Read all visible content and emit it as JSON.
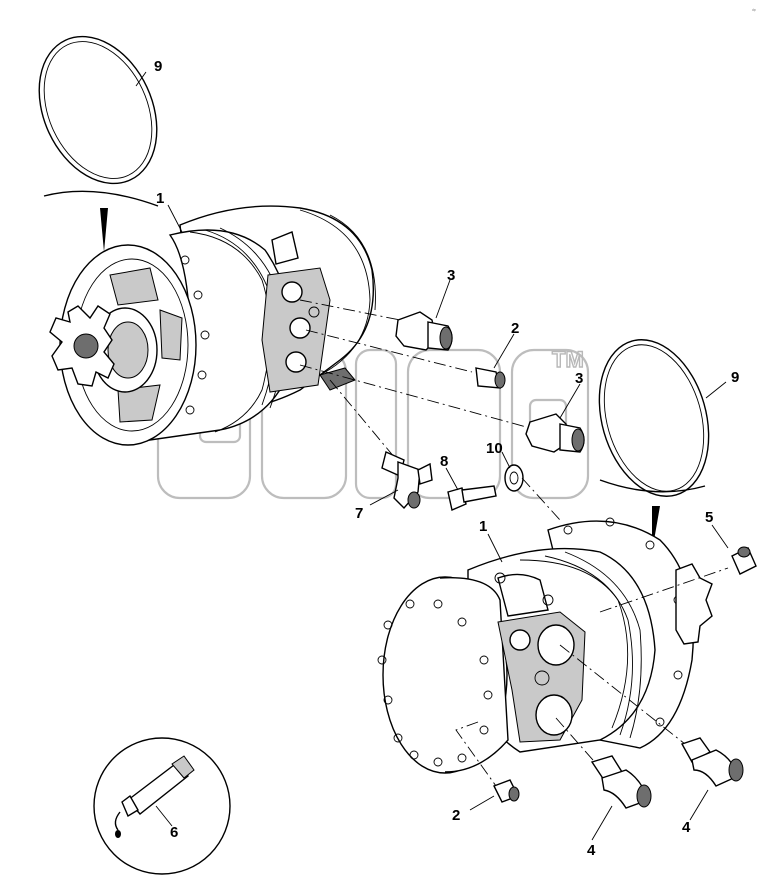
{
  "diagram": {
    "callouts": [
      {
        "id": "c1a",
        "label": "1"
      },
      {
        "id": "c1b",
        "label": "1"
      },
      {
        "id": "c2a",
        "label": "2"
      },
      {
        "id": "c2b",
        "label": "2"
      },
      {
        "id": "c3a",
        "label": "3"
      },
      {
        "id": "c3b",
        "label": "3"
      },
      {
        "id": "c4a",
        "label": "4"
      },
      {
        "id": "c4b",
        "label": "4"
      },
      {
        "id": "c5",
        "label": "5"
      },
      {
        "id": "c6",
        "label": "6"
      },
      {
        "id": "c7",
        "label": "7"
      },
      {
        "id": "c8",
        "label": "8"
      },
      {
        "id": "c9a",
        "label": "9"
      },
      {
        "id": "c9b",
        "label": "9"
      },
      {
        "id": "c10",
        "label": "10"
      }
    ],
    "watermark": {
      "trademark": "TM"
    },
    "corner_mark": "ᵈᵖ"
  },
  "colors": {
    "line": "#000000",
    "shade": "#c9c9c9",
    "watermark": "#bdbdbd"
  }
}
